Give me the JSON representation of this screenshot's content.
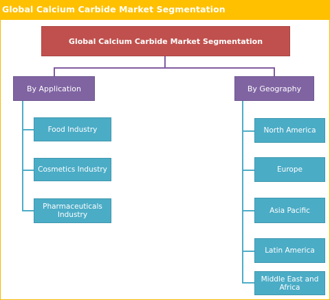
{
  "header": {
    "title": "Global Calcium Carbide Market Segmentation"
  },
  "root": {
    "label": "Global Calcium Carbide Market Segmentation"
  },
  "categories": [
    {
      "label": "By Application",
      "items": [
        "Food Industry",
        "Cosmetics Industry",
        "Pharmaceuticals Industry"
      ]
    },
    {
      "label": "By Geography",
      "items": [
        "North America",
        "Europe",
        "Asia Pacific",
        "Latin America",
        "Middle East and Africa"
      ]
    }
  ],
  "colors": {
    "header": "#ffc000",
    "root": "#c0504d",
    "category": "#8064a2",
    "item": "#4bacc6"
  }
}
